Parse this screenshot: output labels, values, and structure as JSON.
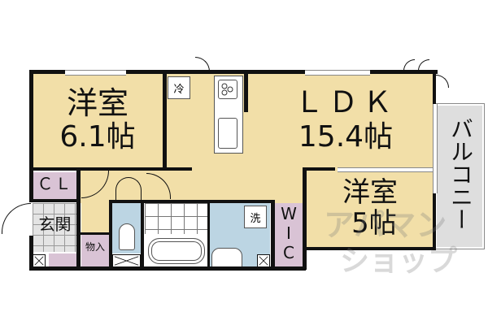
{
  "floorplan": {
    "rooms": {
      "western_room_1": {
        "name": "洋室",
        "size": "6.1帖"
      },
      "ldk": {
        "name": "ＬＤＫ",
        "size": "15.4帖"
      },
      "western_room_2": {
        "name": "洋室",
        "size": "5帖"
      },
      "balcony": {
        "name": "バルコニー"
      },
      "closet": {
        "name": "ＣＬ"
      },
      "entrance": {
        "name": "玄関"
      },
      "storage": {
        "name": "物入"
      },
      "walk_in_closet": {
        "name": "W I C",
        "letters": [
          "W",
          "I",
          "C"
        ]
      }
    },
    "fixtures": {
      "refrigerator": "冷",
      "washer": "洗"
    },
    "colors": {
      "room_floor": "#f2dfa8",
      "closet_floor": "#d9c3d5",
      "wet_area": "#bcd5e3",
      "entrance_tile": "#e4e4e4",
      "balcony": "#dedede",
      "wall": "#111111"
    }
  },
  "watermark": {
    "line1": "アパマン",
    "line2": "ショップ"
  }
}
